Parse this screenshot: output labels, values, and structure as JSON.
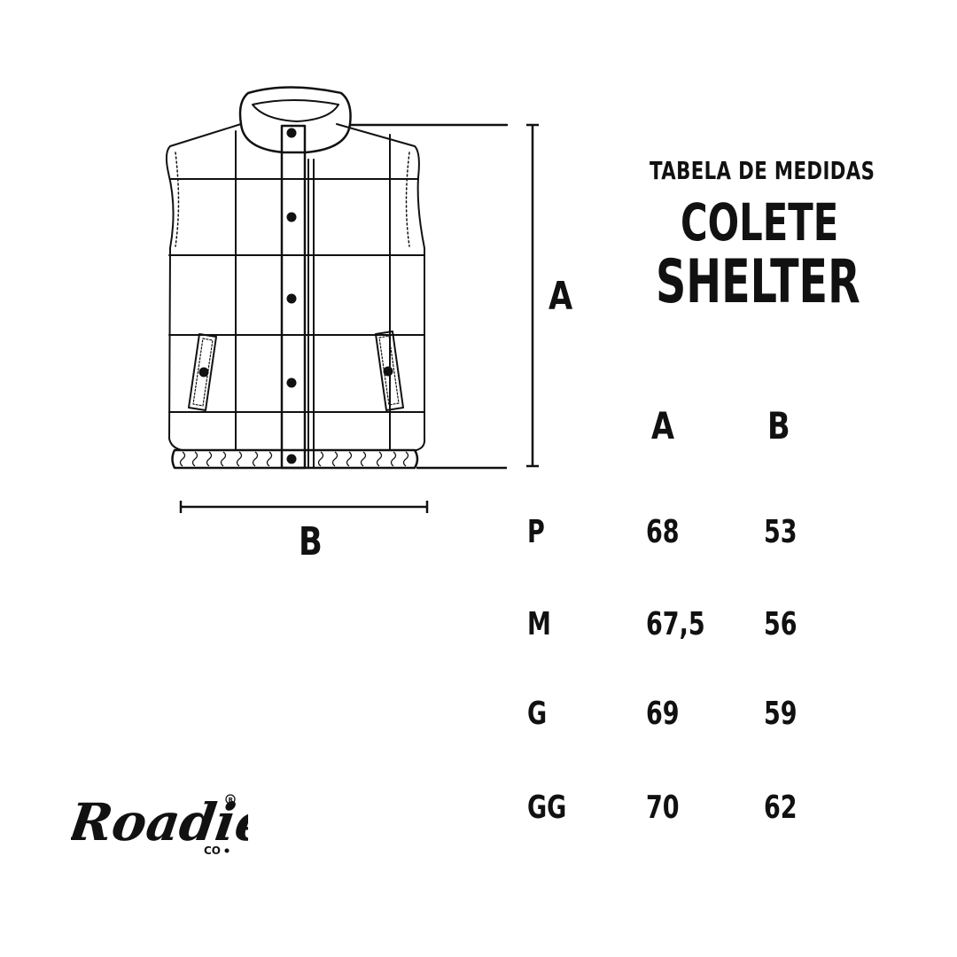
{
  "title": {
    "subtitle": "TABELA DE MEDIDAS",
    "line1": "COLETE",
    "line2": "SHELTER"
  },
  "dimensions": {
    "a_label": "A",
    "b_label": "B"
  },
  "table": {
    "headers": [
      "A",
      "B"
    ],
    "rows": [
      {
        "size": "P",
        "a": "68",
        "b": "53"
      },
      {
        "size": "M",
        "a": "67,5",
        "b": "56"
      },
      {
        "size": "G",
        "a": "69",
        "b": "59"
      },
      {
        "size": "GG",
        "a": "70",
        "b": "62"
      }
    ]
  },
  "brand": {
    "logo_text": "Roadie",
    "logo_suffix": "CO."
  },
  "colors": {
    "ink": "#111111",
    "background": "#ffffff"
  }
}
